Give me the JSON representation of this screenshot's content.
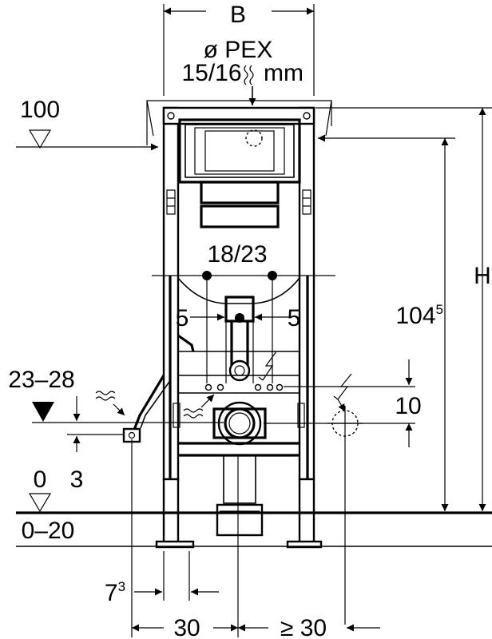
{
  "dimensions": {
    "width_label": "B",
    "pipe_label_line1": "ø PEX",
    "pipe_label_line2": "15/16",
    "pipe_label_unit": "mm",
    "top_level": "100",
    "height_label": "H",
    "height_value": "104",
    "height_sup": "5",
    "spacing_value": "18/23",
    "offset_left": "5",
    "offset_right": "5",
    "range_label": "23–28",
    "low_offset": "3",
    "power_offset": "10",
    "floor_level": "0",
    "floor_range": "0–20",
    "foot_value": "7",
    "foot_sup": "3",
    "bottom_left": "30",
    "bottom_right": "≥ 30"
  },
  "colors": {
    "line": "#000000",
    "background": "#ffffff"
  },
  "icons": [
    "water-wave-icon",
    "electric-bolt-icon",
    "arrow-head-icon",
    "level-triangle-icon"
  ]
}
